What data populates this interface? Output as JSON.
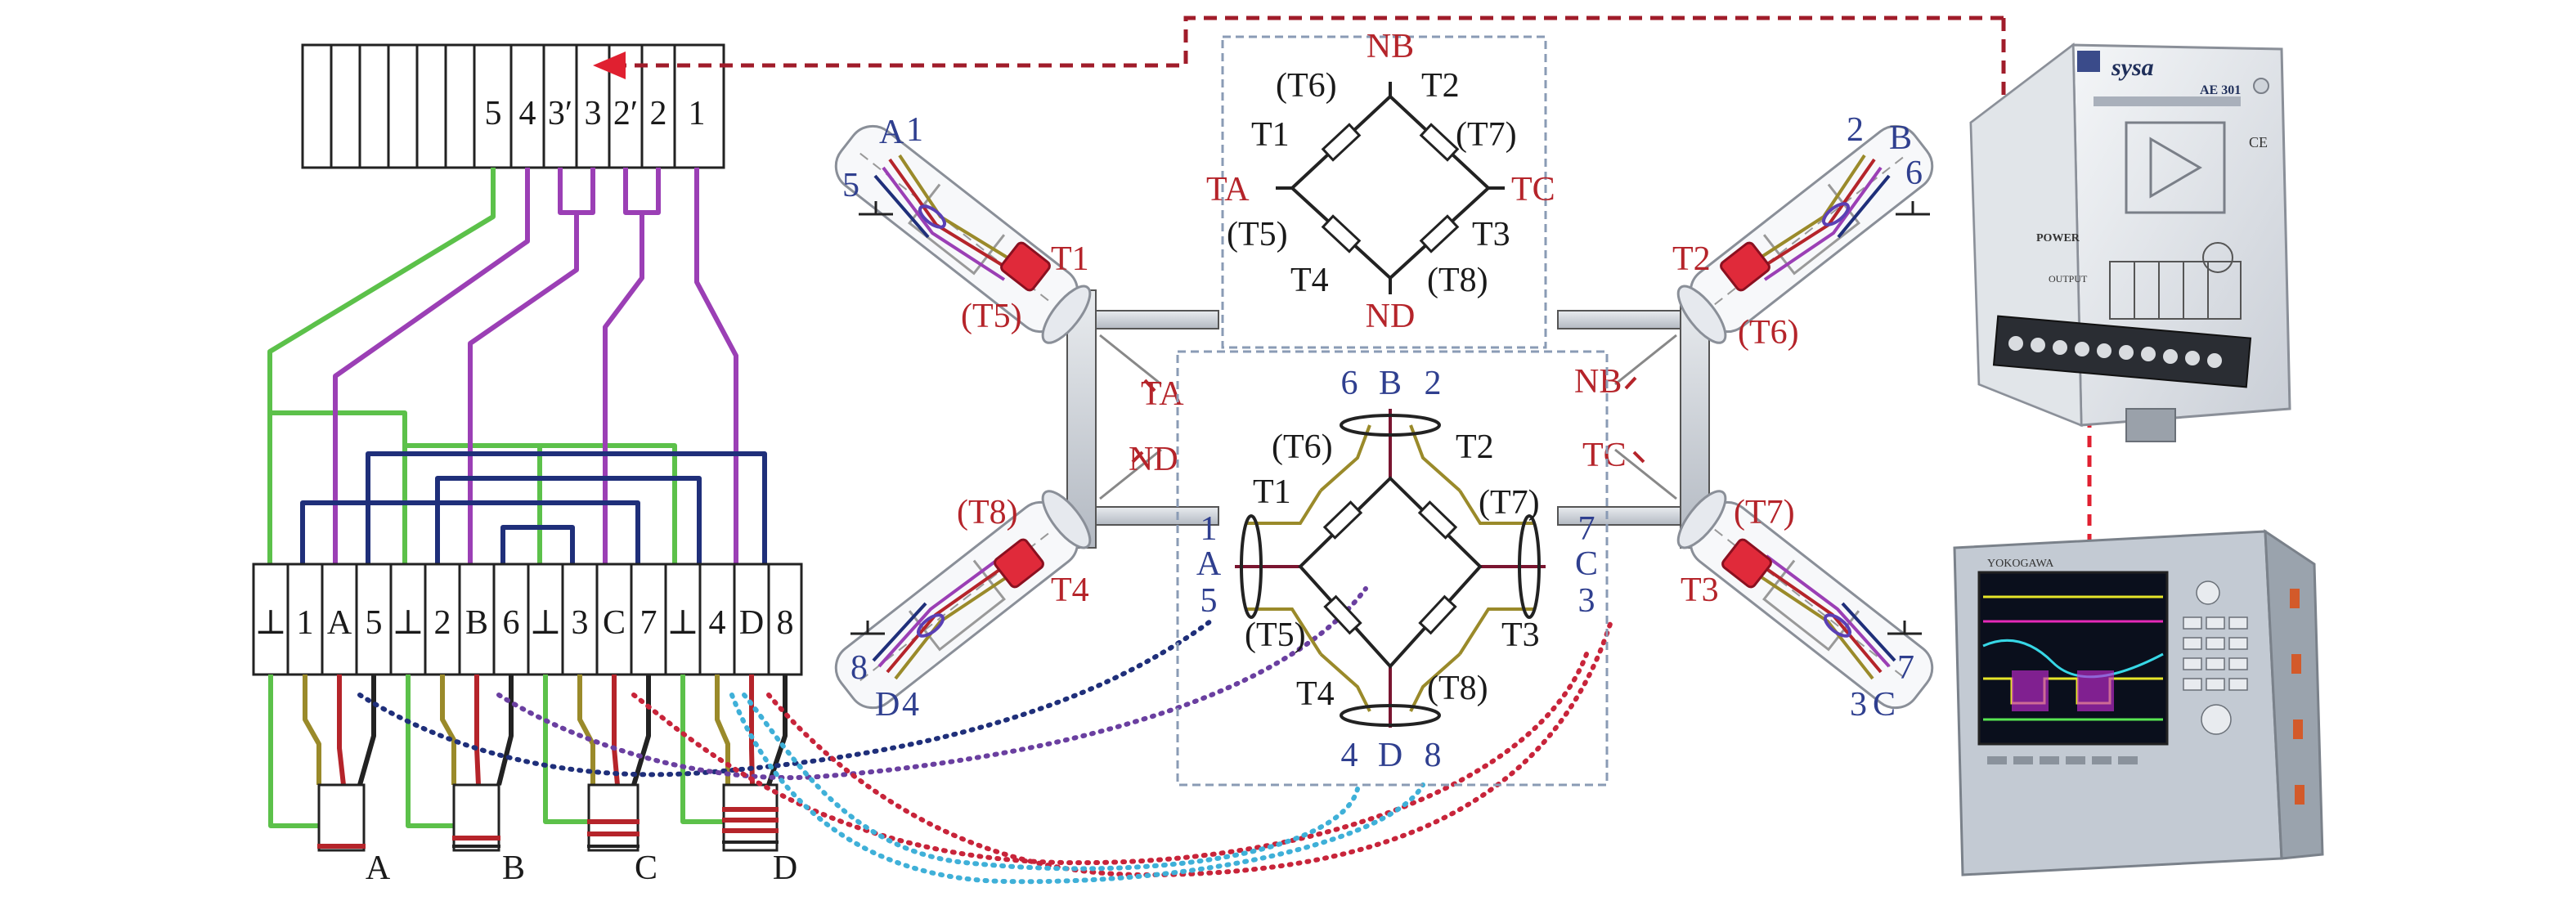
{
  "colors": {
    "wire_green": "#5cc14a",
    "wire_purple": "#9b3fb5",
    "wire_navy": "#1f2f7a",
    "wire_olive": "#9a8a2a",
    "wire_dark": "#222222",
    "dotted_red": "#c8243a",
    "dotted_blue": "#3fb0d8",
    "dotted_purple": "#6a3fa0",
    "label_red": "#b5242a",
    "label_blue": "#2f3f8f",
    "dashed_box": "#8a9bb5"
  },
  "terminal_block": {
    "labels": [
      "5",
      "4",
      "3′",
      "3",
      "2′",
      "2",
      "1"
    ]
  },
  "lower_terminals": {
    "labels": [
      "⊥",
      "1",
      "A",
      "5",
      "⊥",
      "2",
      "B",
      "6",
      "⊥",
      "3",
      "C",
      "7",
      "⊥",
      "4",
      "D",
      "8"
    ]
  },
  "connectors": {
    "labels": [
      "A",
      "B",
      "C",
      "D"
    ]
  },
  "upper_bridge": {
    "top": "NB",
    "bottom": "ND",
    "left": "TA",
    "right": "TC",
    "labels": [
      "(T6)",
      "T2",
      "T1",
      "(T7)",
      "(T5)",
      "T3",
      "T4",
      "(T8)"
    ]
  },
  "lower_bridge": {
    "top_letter": "B",
    "top_left_num": "6",
    "top_right_num": "2",
    "bottom_letter": "D",
    "bottom_left_num": "4",
    "bottom_right_num": "8",
    "left_letter": "A",
    "left_top_num": "1",
    "left_bottom_num": "5",
    "right_letter": "C",
    "right_top_num": "7",
    "right_bottom_num": "3",
    "labels": [
      "(T6)",
      "T2",
      "T1",
      "(T7)",
      "(T5)",
      "T3",
      "T4",
      "(T8)"
    ]
  },
  "frame_labels": {
    "left_upper": "TA",
    "left_lower": "ND",
    "right_upper": "NB",
    "right_lower": "TC"
  },
  "gauges": {
    "top_left": {
      "letter": "A",
      "num1": "1",
      "num2": "5",
      "t": "T1",
      "tp": "(T5)"
    },
    "top_right": {
      "letter": "B",
      "num1": "2",
      "num2": "6",
      "t": "T2",
      "tp": "(T6)"
    },
    "bottom_left": {
      "letter": "D",
      "num1": "8",
      "num2": "4",
      "t": "T4",
      "tp": "(T8)"
    },
    "bottom_right": {
      "letter": "C",
      "num1": "7",
      "num2": "3",
      "t": "T3",
      "tp": "(T7)"
    }
  },
  "amplifier": {
    "brand": "sysa",
    "model": "AE 301",
    "power_label": "POWER",
    "output_label": "OUTPUT"
  },
  "recorder": {
    "brand": "YOKOGAWA"
  }
}
